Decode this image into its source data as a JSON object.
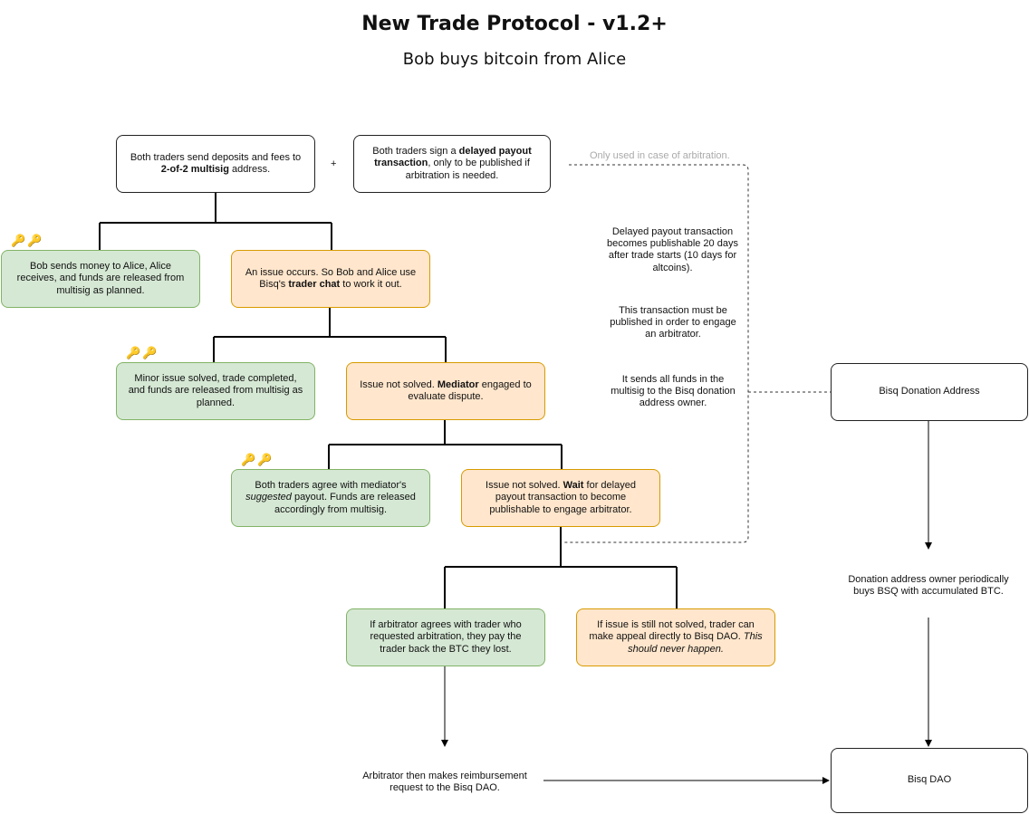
{
  "title": "New Trade Protocol - v1.2+",
  "subtitle": "Bob buys bitcoin from Alice",
  "plus_sign": "+",
  "keys_icon": "🔑🔑",
  "nodes": {
    "deposits": {
      "pre": "Both traders send deposits and fees to ",
      "bold": "2-of-2 multisig",
      "post": " address."
    },
    "delayed_payout": {
      "pre": "Both traders sign a ",
      "bold": "delayed payout transaction",
      "post": ", only to be published if arbitration is needed."
    },
    "bob_sends": "Bob sends money to Alice, Alice receives, and funds are released from multisig as planned.",
    "issue_occurs": {
      "pre": "An issue occurs. So Bob and Alice use Bisq's ",
      "bold": "trader chat",
      "post": " to work it out."
    },
    "minor_issue": "Minor issue solved, trade completed, and funds are released from multisig as planned.",
    "mediator": {
      "pre": "Issue not solved. ",
      "bold": "Mediator",
      "post": " engaged to evaluate dispute."
    },
    "agree_mediator": {
      "pre": "Both traders agree with mediator's ",
      "italic": "suggested",
      "post": " payout. Funds are released accordingly from multisig."
    },
    "wait_delayed": {
      "pre": "Issue not solved. ",
      "bold": "Wait",
      "post": " for delayed payout transaction to become publishable to engage arbitrator."
    },
    "arbitrator_agrees": "If arbitrator agrees with trader who requested arbitration, they pay the trader back the BTC they lost.",
    "appeal": {
      "pre": "If issue is still not solved, trader can make appeal directly to Bisq DAO. ",
      "italic": "This should never happen."
    },
    "reimbursement": "Arbitrator then makes reimbursement request to the Bisq DAO.",
    "donation_address": "Bisq Donation Address",
    "donation_owner": "Donation address owner periodically buys BSQ with accumulated BTC.",
    "bisq_dao": "Bisq DAO"
  },
  "notes": {
    "only_used": "Only used in case of arbitration.",
    "publishable": "Delayed payout transaction becomes publishable 20 days after trade starts (10 days for altcoins).",
    "must_publish": "This transaction must be published in order to engage an arbitrator.",
    "sends_funds": "It sends all funds in the multisig to the Bisq donation address owner."
  },
  "colors": {
    "green_fill": "#d5e8d4",
    "green_border": "#82b366",
    "orange_fill": "#ffe6cc",
    "orange_border": "#d79b00"
  }
}
